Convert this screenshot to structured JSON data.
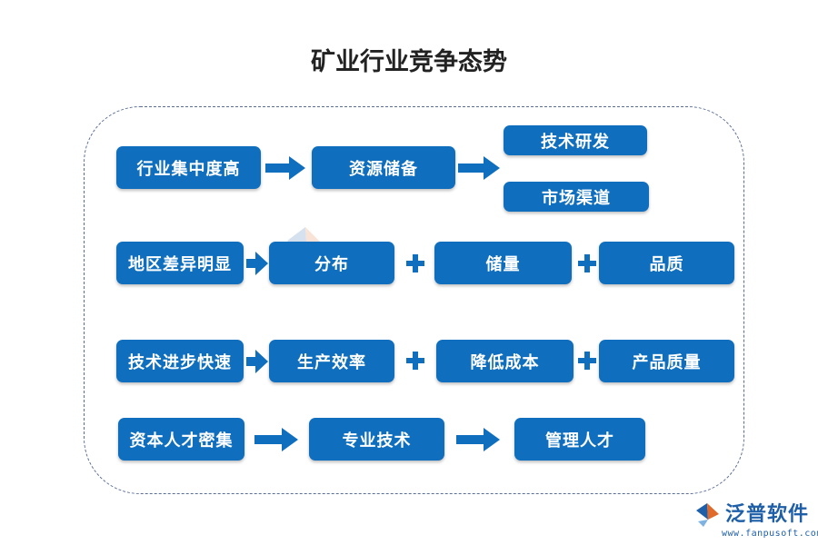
{
  "title": "矿业行业竞争态势",
  "rows": [
    {
      "head": "行业集中度高",
      "middle": "资源储备",
      "branches": [
        "技术研发",
        "市场渠道"
      ]
    },
    {
      "head": "地区差异明显",
      "items": [
        "分布",
        "储量",
        "品质"
      ]
    },
    {
      "head": "技术进步快速",
      "items": [
        "生产效率",
        "降低成本",
        "产品质量"
      ]
    },
    {
      "head": "资本人才密集",
      "items": [
        "专业技术",
        "管理人才"
      ]
    }
  ],
  "logo": {
    "name": "泛普软件",
    "url": "www.fanpusoft.com"
  },
  "colors": {
    "box": "#0f6fbe",
    "frame": "#5a6e95",
    "logo": "#1e5fa8"
  }
}
